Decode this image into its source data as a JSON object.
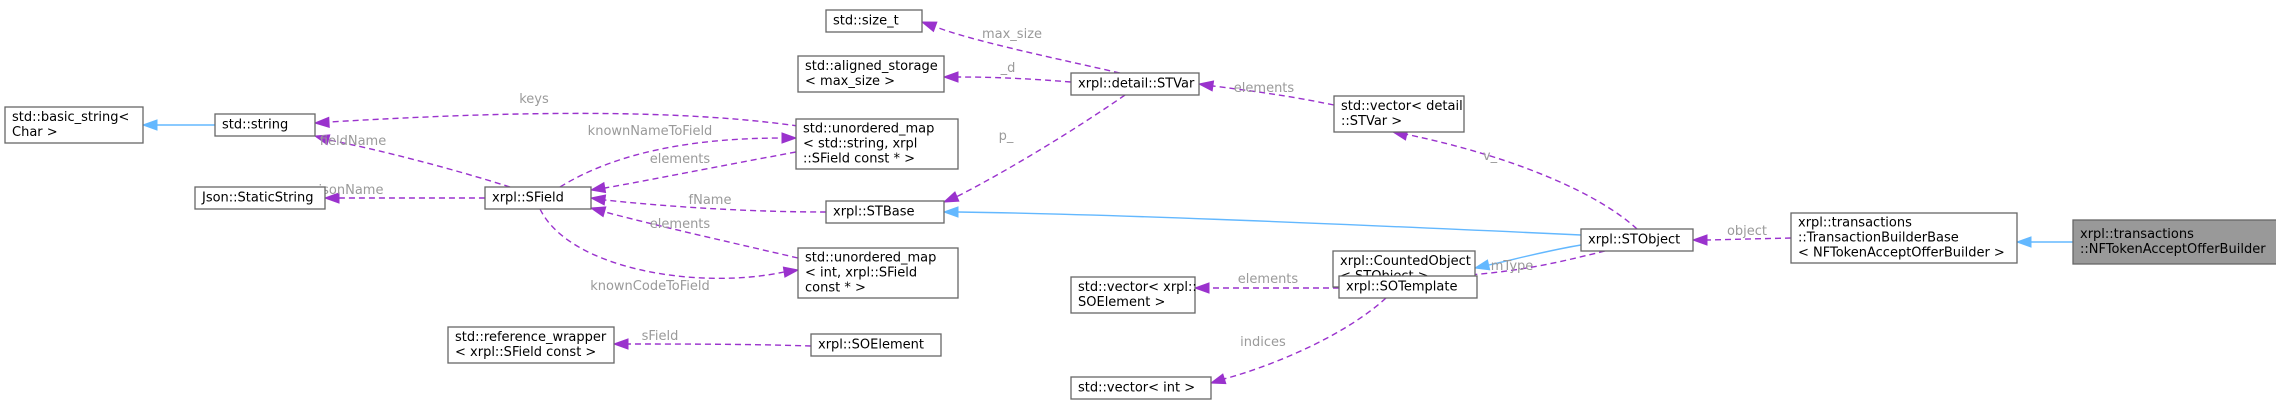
{
  "nodes": {
    "nft_builder": [
      "xrpl::transactions",
      "::NFTokenAcceptOfferBuilder"
    ],
    "tx_builder_base": [
      "xrpl::transactions",
      "::TransactionBuilderBase",
      "< NFTokenAcceptOfferBuilder >"
    ],
    "stobject": [
      "xrpl::STObject"
    ],
    "counted_object": [
      "xrpl::CountedObject",
      "< STObject >"
    ],
    "sotemplate": [
      "xrpl::SOTemplate"
    ],
    "vector_stvar": [
      "std::vector< detail",
      "::STVar >"
    ],
    "vector_soelement": [
      "std::vector< xrpl::",
      "SOElement >"
    ],
    "vector_int": [
      "std::vector< int >"
    ],
    "detail_stvar": [
      "xrpl::detail::STVar"
    ],
    "stbase": [
      "xrpl::STBase"
    ],
    "size_t": [
      "std::size_t"
    ],
    "aligned_storage": [
      "std::aligned_storage",
      "< max_size >"
    ],
    "umap_string": [
      "std::unordered_map",
      "< std::string, xrpl",
      "::SField const * >"
    ],
    "umap_int": [
      "std::unordered_map",
      "< int, xrpl::SField",
      "const * >"
    ],
    "soelement": [
      "xrpl::SOElement"
    ],
    "sfield": [
      "xrpl::SField"
    ],
    "std_string": [
      "std::string"
    ],
    "basic_string": [
      "std::basic_string<",
      "Char >"
    ],
    "json_static_string": [
      "Json::StaticString"
    ],
    "reference_wrapper": [
      "std::reference_wrapper",
      "< xrpl::SField const >"
    ]
  },
  "edge_labels": {
    "object": "object",
    "v_": "v_",
    "mType": "mType",
    "elements_stvar": "elements",
    "elements_soelement": "elements",
    "indices": "indices",
    "max_size": "max_size",
    "d_": "_d",
    "p_": "p_",
    "fName": "fName",
    "keys": "keys",
    "knownNameToField": "knownNameToField",
    "elements_umap_string": "elements",
    "elements_umap_int": "elements",
    "knownCodeToField": "knownCodeToField",
    "fieldName": "fieldName",
    "jsonName": "jsonName",
    "sField": "sField"
  },
  "colors": {
    "inheritance": "#63b8ff",
    "usage": "#9a32cd",
    "edge_label": "#9a9a9a",
    "focus_fill": "#999999",
    "node_border": "#666666"
  }
}
